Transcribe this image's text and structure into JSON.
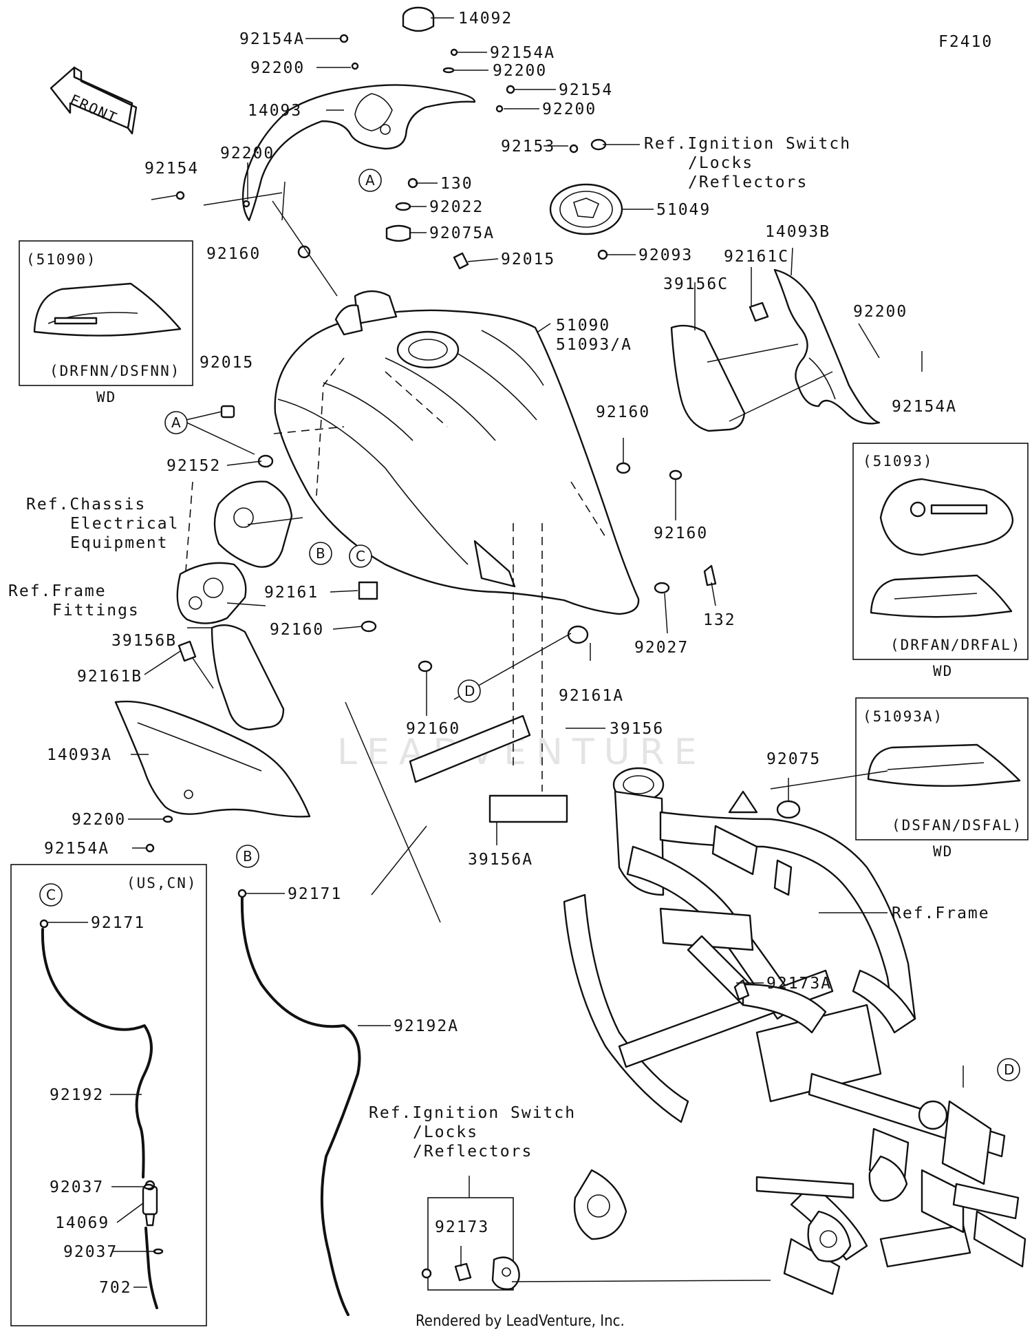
{
  "figure_code": "F2410",
  "front_label": "FRONT",
  "footer": "Rendered by LeadVenture, Inc.",
  "watermark": "LEADVENTURE",
  "letters": {
    "a": "A",
    "b": "B",
    "c": "C",
    "d": "D"
  },
  "parts": {
    "p14092": "14092",
    "p92154A_top": "92154A",
    "p92200_top": "92200",
    "p92154A_mid": "92154A",
    "p92200_mid": "92200",
    "p92154_mid": "92154",
    "p92200_mid2": "92200",
    "p14093": "14093",
    "p92154_left": "92154",
    "p92200_left": "92200",
    "p92153": "92153",
    "p130": "130",
    "p92022": "92022",
    "p51049": "51049",
    "p92075A": "92075A",
    "p92015_top": "92015",
    "p92093": "92093",
    "p14093B": "14093B",
    "p92161C": "92161C",
    "p39156C": "39156C",
    "p92200_right": "92200",
    "p92154A_right": "92154A",
    "p92160_top": "92160",
    "p51090": "51090",
    "p51093A": "51093/A",
    "p92015_left": "92015",
    "p92152": "92152",
    "p92160_mid": "92160",
    "p92160_right": "92160",
    "p92161": "92161",
    "p92160_low": "92160",
    "p132": "132",
    "p92027": "92027",
    "p39156B": "39156B",
    "p92161B": "92161B",
    "p92161A": "92161A",
    "p14093A": "14093A",
    "p92160_bottom": "92160",
    "p39156": "39156",
    "p39156A": "39156A",
    "p92200_low": "92200",
    "p92154A_low": "92154A",
    "p92075": "92075",
    "p92171_c": "92171",
    "p92171_b": "92171",
    "p92192": "92192",
    "p92192A": "92192A",
    "p92037_a": "92037",
    "p14069": "14069",
    "p92037_b": "92037",
    "p702": "702",
    "p92173A": "92173A",
    "p92173": "92173"
  },
  "refs": {
    "ignition_top": [
      "Ref.Ignition Switch",
      "/Locks",
      "/Reflectors"
    ],
    "chassis": [
      "Ref.Chassis",
      "Electrical",
      "Equipment"
    ],
    "frame_fittings": [
      "Ref.Frame",
      "Fittings"
    ],
    "frame": "Ref.Frame",
    "ignition_bottom": [
      "Ref.Ignition Switch",
      "/Locks",
      "/Reflectors"
    ]
  },
  "insets": {
    "i51090": {
      "title": "(51090)",
      "variant": "(DRFNN/DSFNN)",
      "note": "WD"
    },
    "i51093": {
      "title": "(51093)",
      "variant": "(DRFAN/DRFAL)",
      "note": "WD"
    },
    "i51093A": {
      "title": "(51093A)",
      "variant": "(DSFAN/DSFAL)",
      "note": "WD"
    },
    "region": {
      "title": "(US,CN)"
    }
  }
}
